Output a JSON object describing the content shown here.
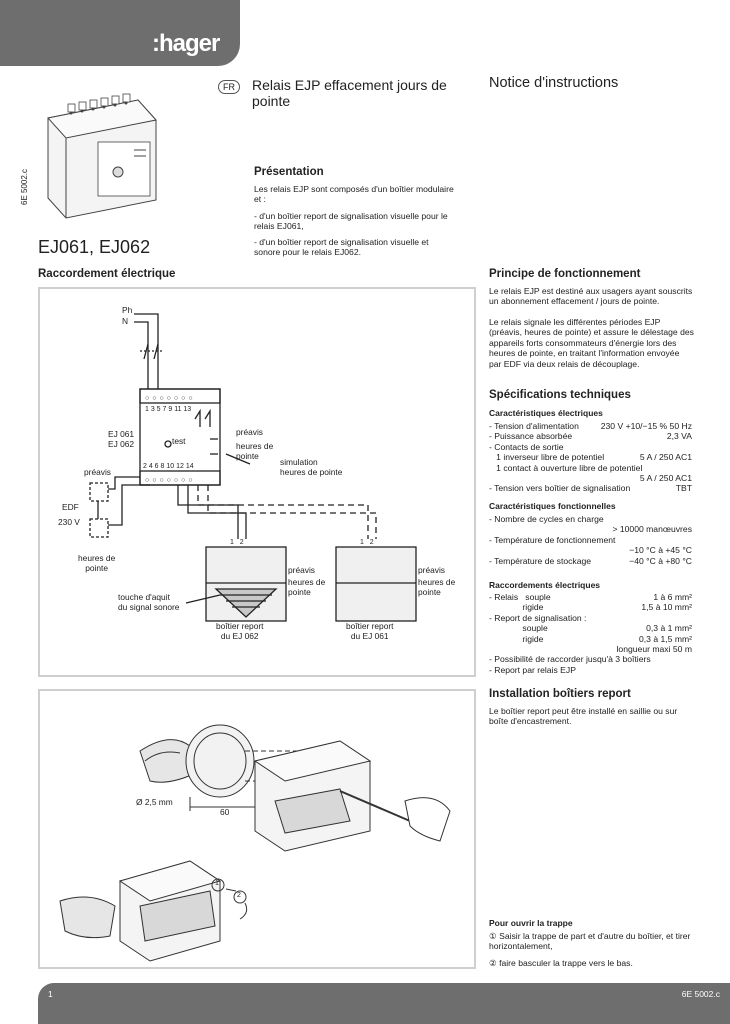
{
  "brand": ":hager",
  "header": {
    "lang_badge": "FR",
    "title": "Relais EJP effacement jours de pointe",
    "notice": "Notice d'instructions"
  },
  "side_code": "6E 5002.c",
  "models": "EJ061, EJ062",
  "presentation": {
    "heading": "Présentation",
    "intro": "Les relais EJP sont composés d'un boîtier modulaire et :",
    "items": [
      "- d'un boîtier report de signalisation visuelle pour le relais EJ061,",
      "- d'un boîtier report de signalisation visuelle et sonore pour le relais EJ062."
    ]
  },
  "raccordement": {
    "heading": "Raccordement électrique",
    "labels": {
      "ph": "Ph",
      "n": "N",
      "terminals_top": "1 3 5 7 9 11 13",
      "terminals_bottom": "2 4 6 8 10 12 14",
      "model": "EJ 061\nEJ 062",
      "test": "test",
      "preavis_1": "préavis",
      "heures_pointe_1": "heures de\npointe",
      "simulation": "simulation\nheures de pointe",
      "preavis_left": "préavis",
      "edf": "EDF",
      "v230": "230 V",
      "heures_pointe_left": "heures de\npointe",
      "b1_top": "1   2",
      "b2_top": "1   2",
      "preavis_b1": "préavis",
      "heures_b1": "heures de\npointe",
      "preavis_b2": "préavis",
      "heures_b2": "heures de\npointe",
      "touche": "touche d'aquit\ndu signal sonore",
      "boitier_062": "boîtier report\ndu EJ 062",
      "boitier_061": "boîtier report\ndu EJ 061"
    }
  },
  "principe": {
    "heading": "Principe de fonctionnement",
    "p1": "Le relais EJP est destiné aux usagers ayant souscrits un abonnement effacement / jours de pointe.",
    "p2": "Le relais signale les différentes périodes EJP (préavis, heures de pointe) et assure le délestage des appareils forts consommateurs d'énergie lors des heures de pointe, en traitant l'information envoyée par EDF via deux relais de découplage."
  },
  "specs": {
    "heading": "Spécifications techniques",
    "elec_heading": "Caractéristiques électriques",
    "elec": [
      {
        "l": "- Tension d'alimentation",
        "v": "230 V +10/−15 % 50 Hz"
      },
      {
        "l": "- Puissance absorbée",
        "v": "2,3 VA"
      },
      {
        "l": "- Contacts de sortie",
        "v": ""
      },
      {
        "l": "   1 inverseur libre de potentiel",
        "v": "5 A / 250 AC1"
      },
      {
        "l": "   1 contact à ouverture libre de potentiel",
        "v": ""
      },
      {
        "l": "",
        "v": "5 A / 250 AC1"
      },
      {
        "l": "- Tension vers boîtier de signalisation",
        "v": "TBT"
      }
    ],
    "fonc_heading": "Caractéristiques fonctionnelles",
    "fonc": [
      {
        "l": "- Nombre de cycles en charge",
        "v": ""
      },
      {
        "l": "",
        "v": "> 10000 manœuvres"
      },
      {
        "l": "- Température de fonctionnement",
        "v": ""
      },
      {
        "l": "",
        "v": "−10 °C à +45 °C"
      },
      {
        "l": "- Température de stockage",
        "v": "−40 °C à +80 °C"
      }
    ],
    "racc_heading": "Raccordements électriques",
    "racc": [
      {
        "l": "- Relais   souple",
        "v": "1 à 6 mm²"
      },
      {
        "l": "              rigide",
        "v": "1,5 à 10 mm²"
      },
      {
        "l": "- Report de signalisation :",
        "v": ""
      },
      {
        "l": "              souple",
        "v": "0,3 à 1 mm²"
      },
      {
        "l": "              rigide",
        "v": "0,3 à 1,5 mm²"
      },
      {
        "l": "",
        "v": "longueur maxi 50 m"
      },
      {
        "l": "- Possibilité de raccorder jusqu'à 3 boîtiers",
        "v": ""
      },
      {
        "l": "- Report par relais EJP",
        "v": ""
      }
    ]
  },
  "installation": {
    "heading": "Installation boîtiers report",
    "text": "Le boîtier report peut être installé en saillie ou sur boîte d'encastrement.",
    "dia": "Ø 2,5 mm",
    "dim": "60",
    "step1_mark": "1",
    "step2_mark": "2"
  },
  "trappe": {
    "heading": "Pour ouvrir la trappe",
    "step1": "① Saisir la trappe de part et d'autre du boîtier, et tirer horizontalement,",
    "step2": "② faire basculer la trappe vers le bas."
  },
  "footer": {
    "page": "1",
    "code": "6E 5002.c"
  }
}
